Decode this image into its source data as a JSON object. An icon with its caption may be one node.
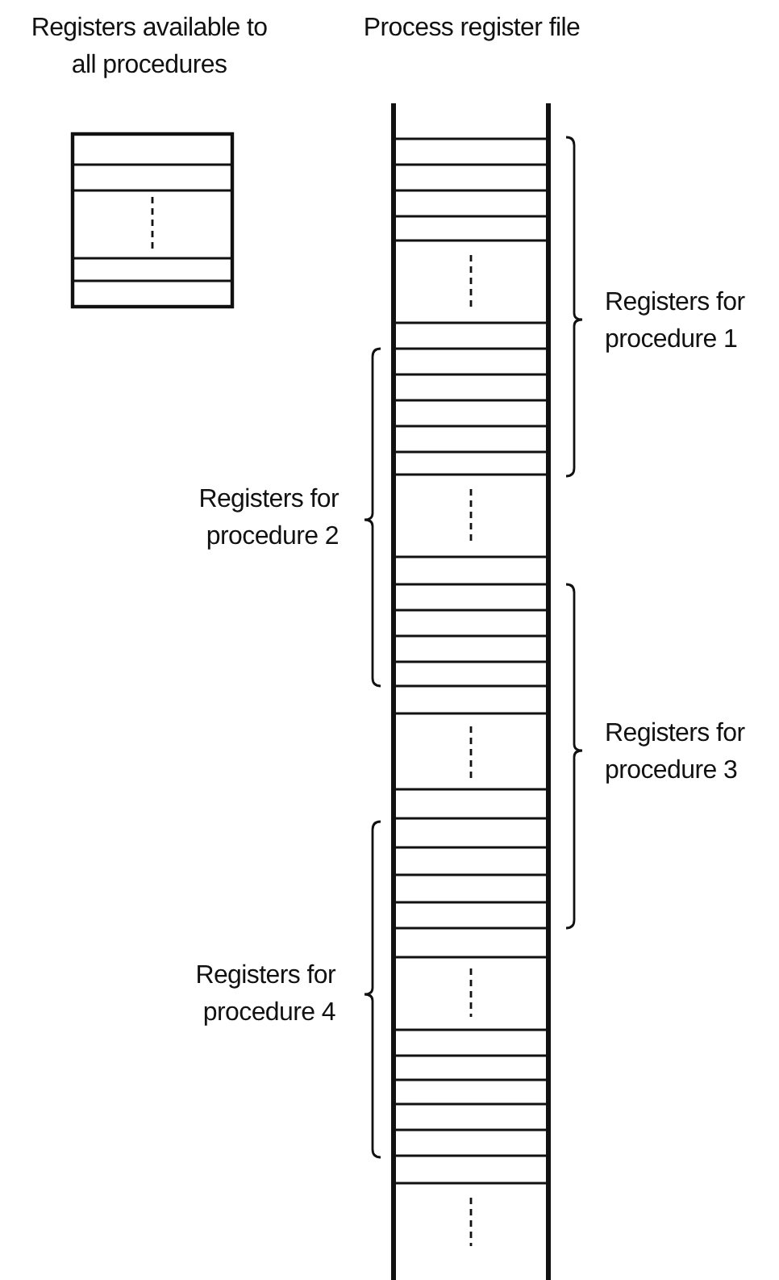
{
  "diagram": {
    "nodes": [
      {
        "text": [
          "Registers available to all procedures"
        ]
      },
      {
        "text": [
          "Process register file"
        ]
      }
    ],
    "labels": [
      "Registers for procedure 1",
      "Registers for procedure 2",
      "Registers for procedure 3",
      "Registers for procedure 4"
    ]
  }
}
